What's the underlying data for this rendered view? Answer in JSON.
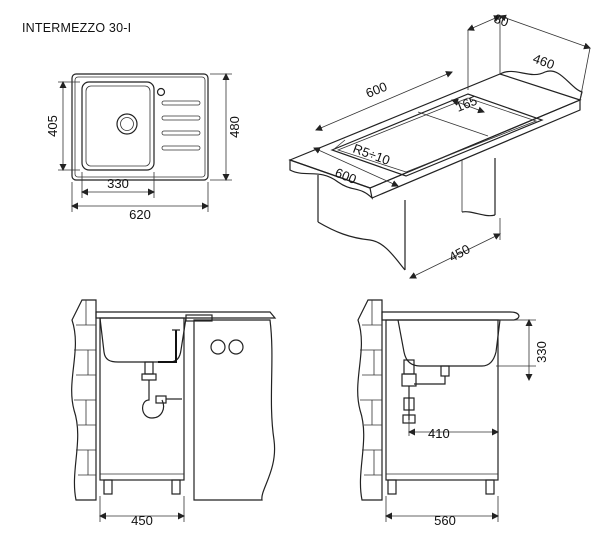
{
  "title": "INTERMEZZO 30-I",
  "top_view": {
    "dims": {
      "height_inner": "405",
      "height_outer": "480",
      "bowl_width": "330",
      "total_width": "620"
    }
  },
  "iso_view": {
    "dims": {
      "depth_top": "80",
      "depth": "460",
      "length": "600",
      "drain_width": "165",
      "radius": "R5÷10",
      "front_length": "600",
      "cabinet_depth": "450"
    }
  },
  "front_view": {
    "dims": {
      "cabinet_width": "450"
    }
  },
  "side_view": {
    "dims": {
      "bowl_depth": "330",
      "drain_offset": "410",
      "cabinet_width": "560"
    }
  },
  "colors": {
    "line": "#222222",
    "hatch": "#444444",
    "fill_light": "#f2f2f2"
  }
}
